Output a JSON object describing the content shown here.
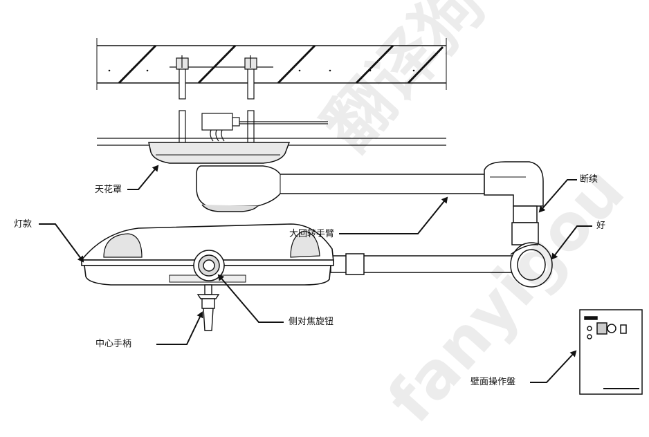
{
  "labels": {
    "ceiling_cover": "天花罩",
    "lamp_body": "灯款",
    "large_rotating_arm": "大回转手臂",
    "joint_top": "断续",
    "joint_bottom": "好",
    "side_focus_knob": "侧对焦旋钮",
    "center_handle": "中心手柄",
    "wall_panel": "壁面操作盤"
  },
  "watermark": {
    "cn": "翻译狗",
    "en": "fanyigou"
  },
  "colors": {
    "ink": "#111111",
    "fill": "#ffffff",
    "shade": "#d9d9d9",
    "dark": "#222222"
  }
}
